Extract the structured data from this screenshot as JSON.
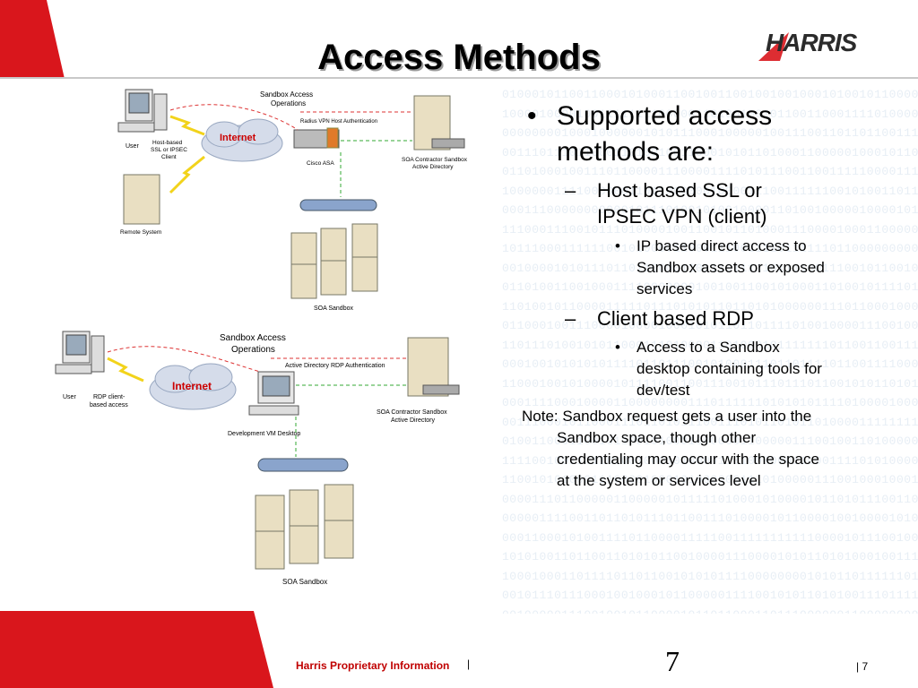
{
  "header": {
    "title": "Access Methods",
    "logo_text": "HARRIS"
  },
  "content": {
    "bullet1": {
      "line1": "Supported access",
      "line2": "methods are:"
    },
    "sub1": {
      "line1": "Host based SSL or",
      "line2": "IPSEC VPN (client)"
    },
    "sub1_detail": {
      "line1": "IP based direct access to",
      "line2": "Sandbox assets or exposed",
      "line3": "services"
    },
    "sub2": {
      "line1": "Client based RDP"
    },
    "sub2_detail": {
      "line1": "Access to a Sandbox",
      "line2": "desktop containing tools for",
      "line3": "dev/test"
    },
    "note": {
      "line1": "Note: Sandbox request gets a user into the",
      "line2": "Sandbox space, though other",
      "line3": "credentialing may occur with the space",
      "line4": "at the system or services level"
    }
  },
  "diagram1": {
    "ops_label_1": "Sandbox Access",
    "ops_label_2": "Operations",
    "user": "User",
    "client_1": "Host-based",
    "client_2": "SSL or IPSEC",
    "client_3": "Client",
    "internet": "Internet",
    "auth": "Radius VPN Host Authentication",
    "asa": "Cisco ASA",
    "ad_1": "SOA Contractor Sandbox",
    "ad_2": "Active Directory",
    "remote": "Remote System",
    "sandbox": "SOA Sandbox"
  },
  "diagram2": {
    "ops_label_1": "Sandbox Access",
    "ops_label_2": "Operations",
    "user": "User",
    "client_1": "RDP client-",
    "client_2": "based access",
    "internet": "Internet",
    "auth": "Active Directory RDP Authentication",
    "vm": "Development VM Desktop",
    "ad_1": "SOA Contractor Sandbox",
    "ad_2": "Active Directory",
    "sandbox": "SOA Sandbox"
  },
  "footer": {
    "proprietary": "Harris Proprietary Information",
    "bar": "|",
    "page": "7",
    "page_small": "| 7"
  },
  "colors": {
    "brand_red": "#d9161c",
    "footer_red": "#c00000",
    "cloud_blue": "#cfd9e8",
    "internet_red": "#cc0000",
    "bus_blue": "#8aa4cc"
  }
}
